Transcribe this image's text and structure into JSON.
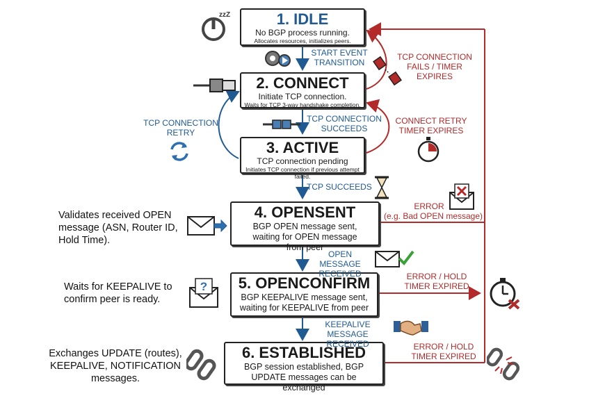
{
  "states": [
    {
      "title": "1. IDLE",
      "desc": "No BGP process running.",
      "note": "Allocates resources, initializes peers."
    },
    {
      "title": "2. CONNECT",
      "desc": "Initiate TCP connection.",
      "note": "Waits for TCP 3-way handshake completion."
    },
    {
      "title": "3. ACTIVE",
      "desc": "TCP connection pending",
      "note": "Initiates TCP connection if previous attempt failed."
    },
    {
      "title": "4. OPENSENT",
      "desc": "BGP OPEN message sent, waiting for OPEN message from peer"
    },
    {
      "title": "5. OPENCONFIRM",
      "desc": "BGP KEEPALIVE message sent, waiting for KEEPALIVE from peer"
    },
    {
      "title": "6. ESTABLISHED",
      "desc": "BGP session established, BGP UPDATE messages can be exchanged"
    }
  ],
  "transitions": {
    "idle_to_connect": "START EVENT TRANSITION",
    "connect_to_active": "TCP CONNECTION SUCCEEDS",
    "active_to_opensent": "TCP SUCCEEDS",
    "opensent_to_openconfirm": "OPEN MESSAGE RECEIVED",
    "openconfirm_to_established": "KEEPALIVE MESSAGE RECEIVED",
    "active_retry": "TCP CONNECTION RETRY",
    "connect_fail": "TCP CONNECTION FAILS / TIMER EXPIRES",
    "connect_retry_timer": "CONNECT RETRY TIMER EXPIRES",
    "opensent_error": "ERROR",
    "opensent_error_note": "(e.g. Bad OPEN message)",
    "openconfirm_error": "ERROR / HOLD TIMER EXPIRED",
    "established_error": "ERROR / HOLD TIMER EXPIRED"
  },
  "side_notes": {
    "opensent": "Validates received OPEN message (ASN, Router ID, Hold Time).",
    "openconfirm": "Waits for KEEPALIVE to confirm peer is ready.",
    "established": "Exchanges UPDATE (routes), KEEPALIVE, NOTIFICATION messages."
  },
  "colors": {
    "blue": "#1f5a93",
    "red": "#b22a2a",
    "ink": "#222222"
  },
  "icons": [
    "power-sleep-icon",
    "gear-play-icon",
    "ethernet-cable-icon",
    "cable-connect-icon",
    "sync-arrows-icon",
    "broken-plug-icon",
    "stopwatch-icon",
    "hourglass-icon",
    "envelope-arrow-icon",
    "envelope-check-icon",
    "envelope-question-icon",
    "envelope-error-icon",
    "handshake-icon",
    "timer-x-icon",
    "chain-link-icon",
    "broken-chain-icon"
  ]
}
